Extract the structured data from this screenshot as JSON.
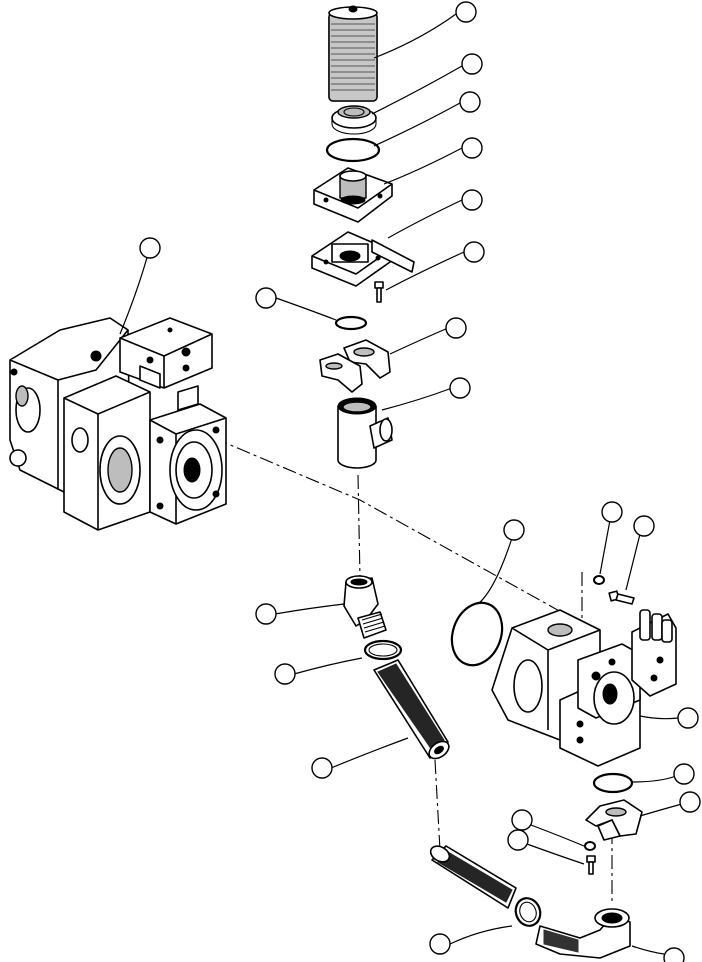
{
  "diagram": {
    "kind": "exploded-parts-view",
    "callouts": [
      {
        "id": "c1",
        "label": ""
      },
      {
        "id": "c2",
        "label": ""
      },
      {
        "id": "c3",
        "label": ""
      },
      {
        "id": "c4",
        "label": ""
      },
      {
        "id": "c5",
        "label": ""
      },
      {
        "id": "c6",
        "label": ""
      },
      {
        "id": "c7",
        "label": ""
      },
      {
        "id": "c8",
        "label": ""
      },
      {
        "id": "c9",
        "label": ""
      },
      {
        "id": "c10",
        "label": ""
      },
      {
        "id": "c11",
        "label": ""
      },
      {
        "id": "c12",
        "label": ""
      },
      {
        "id": "c13",
        "label": ""
      },
      {
        "id": "c14",
        "label": ""
      },
      {
        "id": "c15",
        "label": ""
      },
      {
        "id": "c16",
        "label": ""
      },
      {
        "id": "c17",
        "label": ""
      },
      {
        "id": "c18",
        "label": ""
      },
      {
        "id": "c19",
        "label": ""
      },
      {
        "id": "c20",
        "label": ""
      },
      {
        "id": "c21",
        "label": ""
      },
      {
        "id": "c22",
        "label": ""
      },
      {
        "id": "c23",
        "label": ""
      },
      {
        "id": "c24",
        "label": ""
      },
      {
        "id": "c25",
        "label": ""
      }
    ],
    "parts": [
      "filter-element",
      "filter-nut",
      "o-ring-upper",
      "filter-head-cover",
      "filter-mounting-bracket",
      "bracket-screw",
      "o-ring-small",
      "split-flange-clamp",
      "suction-tee",
      "tandem-main-pump",
      "elbow-fitting",
      "hose-clamp-upper",
      "suction-hose-upper",
      "o-ring-large",
      "auxiliary-pump",
      "pump-washer",
      "pump-capscrew",
      "pump-port-o-ring",
      "pump-port-flange-clamp",
      "flange-washer",
      "flange-capscrew",
      "suction-hose-lower",
      "hose-clamp-lower",
      "elbow-lower"
    ]
  }
}
